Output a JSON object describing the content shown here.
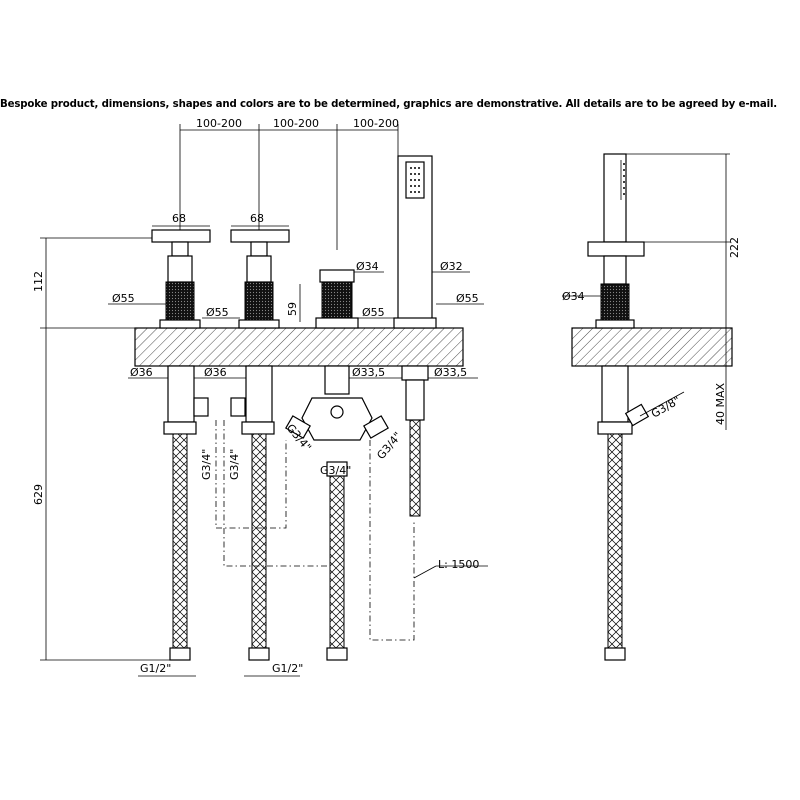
{
  "disclaimer": "Bespoke product, dimensions, shapes and colors are to be determined, graphics are demonstrative. All details are to be agreed by e-mail.",
  "dimensions": {
    "spacing_1": "100-200",
    "spacing_2": "100-200",
    "spacing_3": "100-200",
    "handle_width_1": "68",
    "handle_width_2": "68",
    "height_above_deck": "112",
    "knurl_height": "59",
    "dia_34_front": "Ø34",
    "dia_32": "Ø32",
    "dia_55_a": "Ø55",
    "dia_55_b": "Ø55",
    "dia_55_c": "Ø55",
    "dia_55_d": "Ø55",
    "dia_36_a": "Ø36",
    "dia_36_b": "Ø36",
    "dia_33_5_a": "Ø33,5",
    "dia_33_5_b": "Ø33,5",
    "g34_a": "G3/4\"",
    "g34_b": "G3/4\"",
    "g34_c": "G3/4\"",
    "g34_d": "G3/4\"",
    "g34_e": "G3/4\"",
    "below_deck": "629",
    "hose_length": "L: 1500",
    "g12_a": "G1/2\"",
    "g12_b": "G1/2\"",
    "side_height": "222",
    "side_dia_34": "Ø34",
    "side_g38": "G3/8\"",
    "side_max": "40 MAX"
  }
}
